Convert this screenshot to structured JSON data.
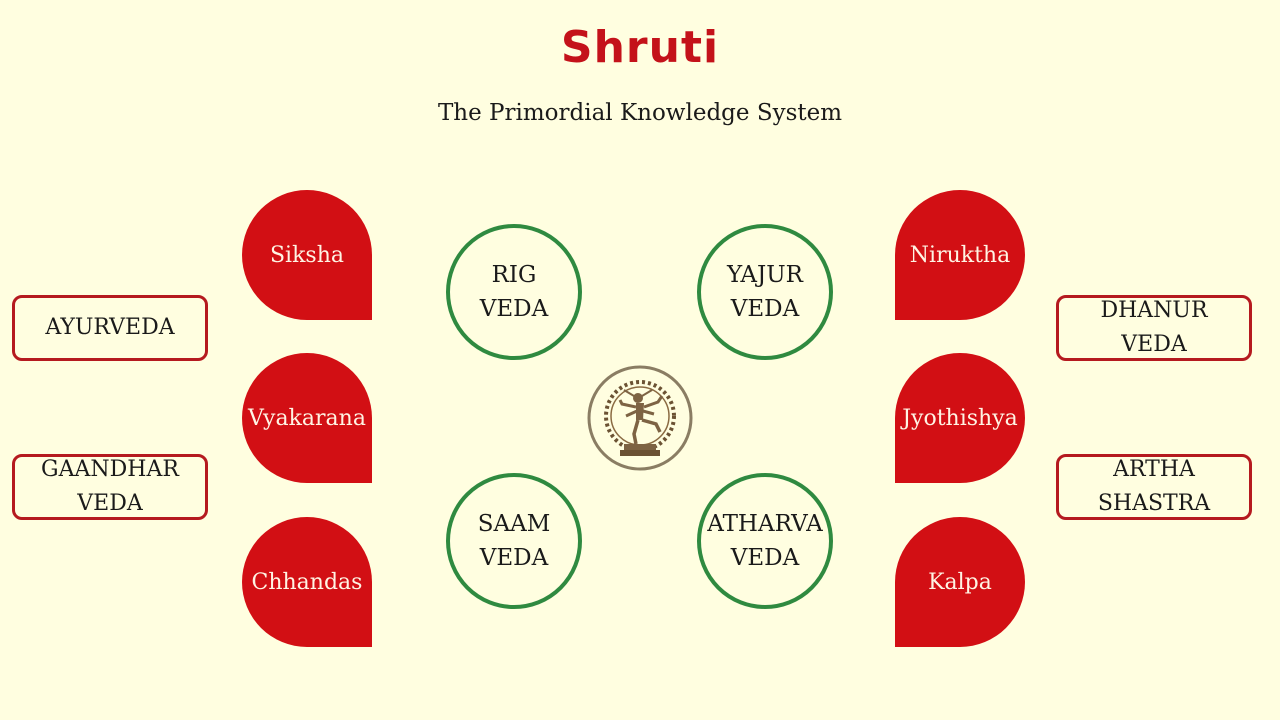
{
  "header": {
    "title": "Shruti",
    "subtitle": "The Primordial Knowledge System"
  },
  "vedas": {
    "rig": "RIG\nVEDA",
    "yajur": "YAJUR\nVEDA",
    "saam": "SAAM\nVEDA",
    "atharva": "ATHARVA\nVEDA"
  },
  "vedangas": {
    "siksha": "Siksha",
    "vyakarana": "Vyakarana",
    "chhandas": "Chhandas",
    "niruktha": "Niruktha",
    "jyothishya": "Jyothishya",
    "kalpa": "Kalpa"
  },
  "upavedas": {
    "ayurveda": "AYURVEDA",
    "gaandhar": "GAANDHAR\nVEDA",
    "dhanur": "DHANUR\nVEDA",
    "artha": "ARTHA\nSHASTRA"
  },
  "center_icon": "nataraja-icon",
  "colors": {
    "background": "#fffee0",
    "title": "#c4121a",
    "drop_fill": "#d20f14",
    "veda_ring": "#2f8a40",
    "upaveda_border": "#b51a1f"
  }
}
